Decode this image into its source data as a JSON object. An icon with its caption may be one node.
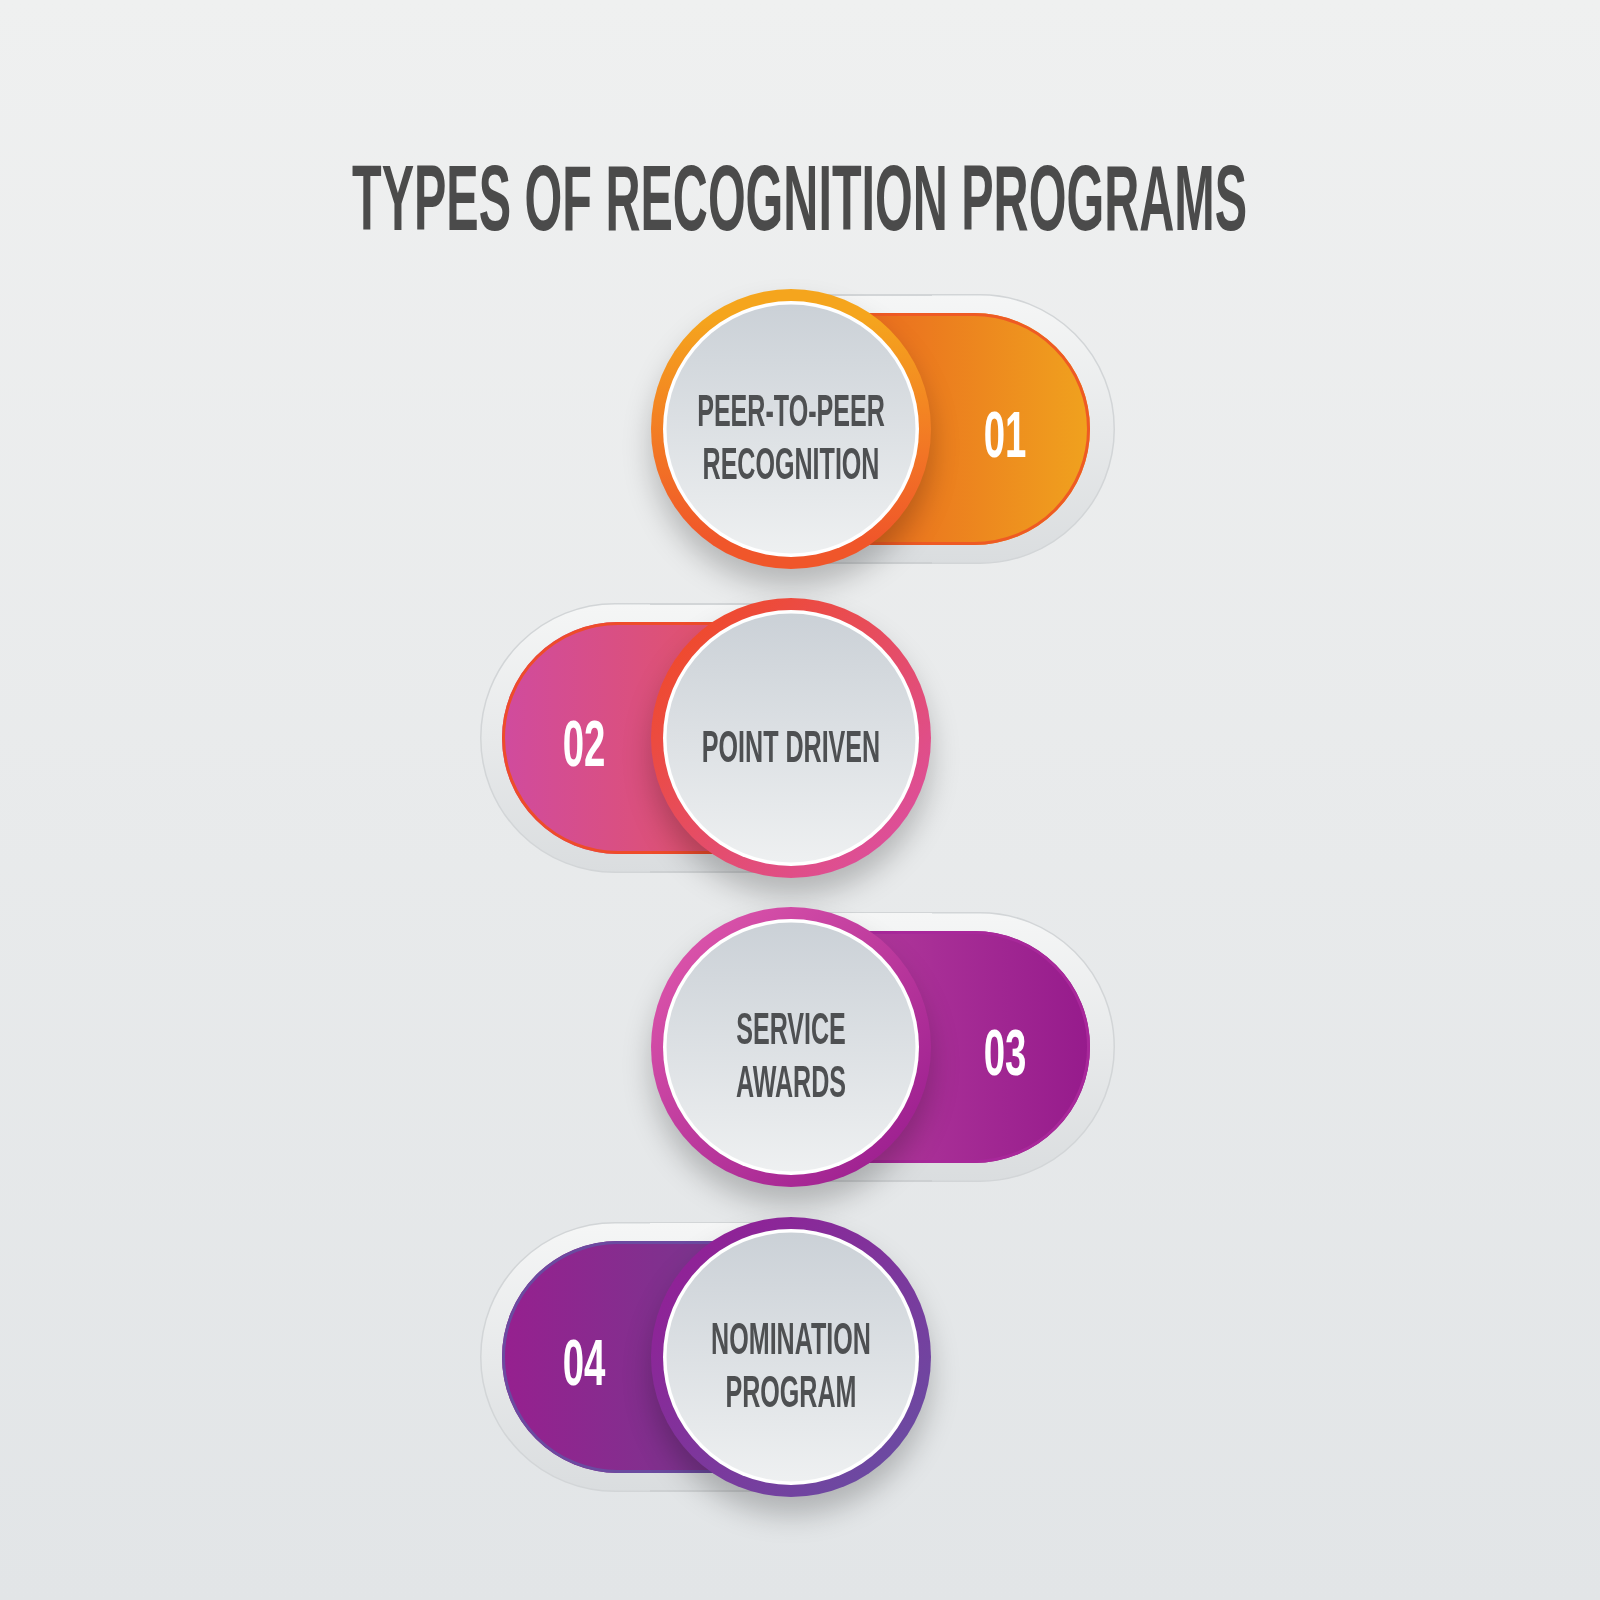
{
  "diagram": {
    "title": "TYPES OF RECOGNITION PROGRAMS",
    "nodes": [
      {
        "text": [
          "PEER-TO-PEER RECOGNITION"
        ]
      },
      {
        "text": [
          "01"
        ]
      },
      {
        "text": [
          "02"
        ]
      },
      {
        "text": [
          "POINT DRIVEN"
        ]
      },
      {
        "text": [
          "SERVICE AWARDS"
        ]
      },
      {
        "text": [
          "03"
        ]
      },
      {
        "text": [
          "04"
        ]
      },
      {
        "text": [
          "NOMINATION PROGRAM"
        ]
      }
    ]
  }
}
